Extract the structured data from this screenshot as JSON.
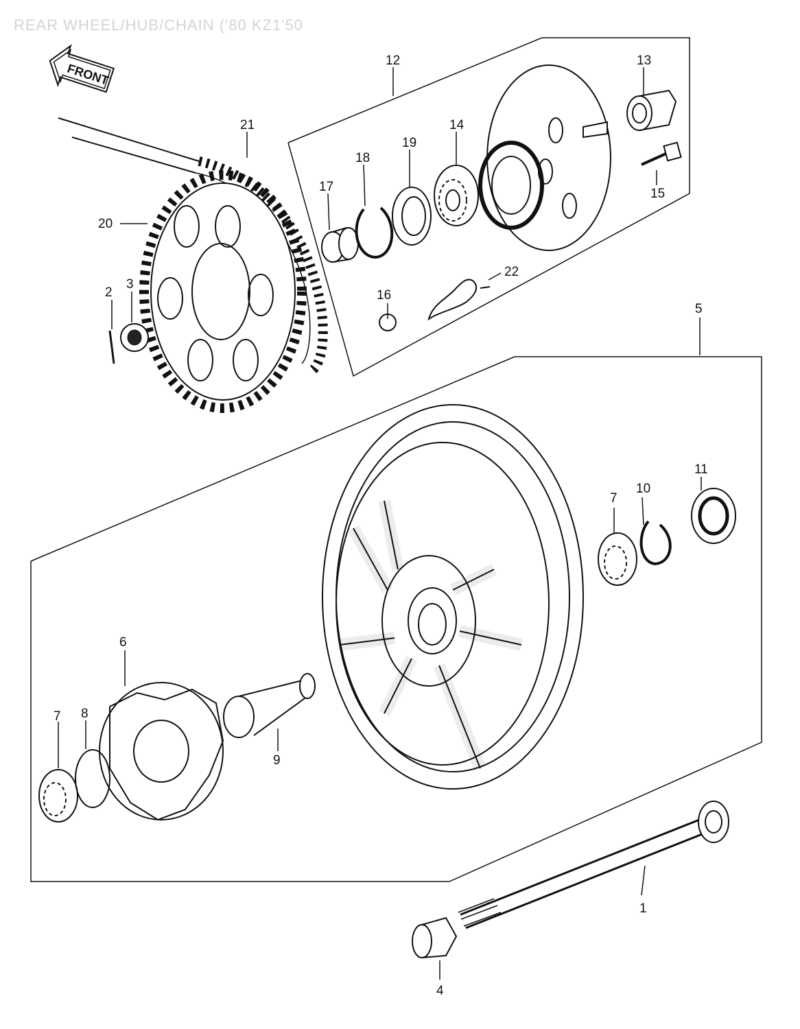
{
  "title": "REAR WHEEL/HUB/CHAIN ('80 KZ1'50",
  "front_badge": "FRONT",
  "callouts": [
    {
      "id": "c1",
      "label": "1"
    },
    {
      "id": "c2",
      "label": "2"
    },
    {
      "id": "c3",
      "label": "3"
    },
    {
      "id": "c4",
      "label": "4"
    },
    {
      "id": "c5",
      "label": "5"
    },
    {
      "id": "c6",
      "label": "6"
    },
    {
      "id": "c7a",
      "label": "7"
    },
    {
      "id": "c7b",
      "label": "7"
    },
    {
      "id": "c8",
      "label": "8"
    },
    {
      "id": "c9",
      "label": "9"
    },
    {
      "id": "c10",
      "label": "10"
    },
    {
      "id": "c11",
      "label": "11"
    },
    {
      "id": "c12",
      "label": "12"
    },
    {
      "id": "c13",
      "label": "13"
    },
    {
      "id": "c14",
      "label": "14"
    },
    {
      "id": "c15",
      "label": "15"
    },
    {
      "id": "c16",
      "label": "16"
    },
    {
      "id": "c17",
      "label": "17"
    },
    {
      "id": "c18",
      "label": "18"
    },
    {
      "id": "c19",
      "label": "19"
    },
    {
      "id": "c20",
      "label": "20"
    },
    {
      "id": "c21",
      "label": "21"
    },
    {
      "id": "c22",
      "label": "22"
    }
  ]
}
